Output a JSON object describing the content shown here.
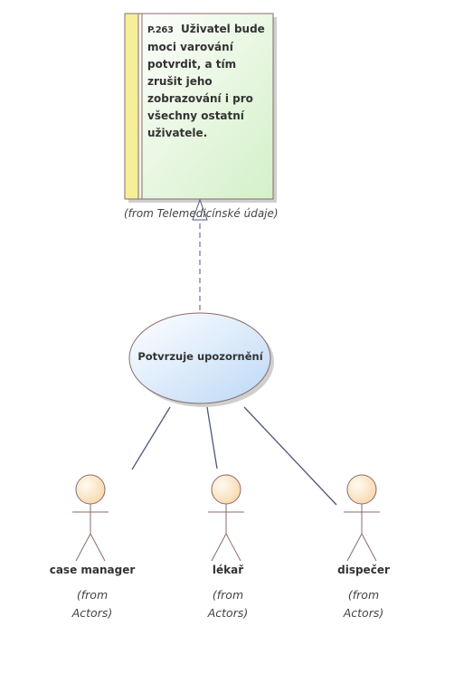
{
  "requirement": {
    "id": "P.263",
    "text": "Uživatel bude moci varování potvrdit, a tím zrušit jeho zobrazování i pro všechny ostatní uživatele.",
    "origin": "(from Telemedicínské údaje)"
  },
  "use_case": {
    "label": "Potvrzuje upozornění"
  },
  "actors": [
    {
      "name": "case manager",
      "origin_line1": "(from",
      "origin_line2": "Actors)"
    },
    {
      "name": "lékař",
      "origin_line1": "(from",
      "origin_line2": "Actors)"
    },
    {
      "name": "dispečer",
      "origin_line1": "(from",
      "origin_line2": "Actors)"
    }
  ],
  "colors": {
    "requirement_fill": "#dff5d8",
    "requirement_stripe": "#f5ef9a",
    "use_case_fill": "#c7def7",
    "actor_head": "#fbe3c2",
    "stroke": "#8a6b6b",
    "connector": "#4f5779"
  }
}
